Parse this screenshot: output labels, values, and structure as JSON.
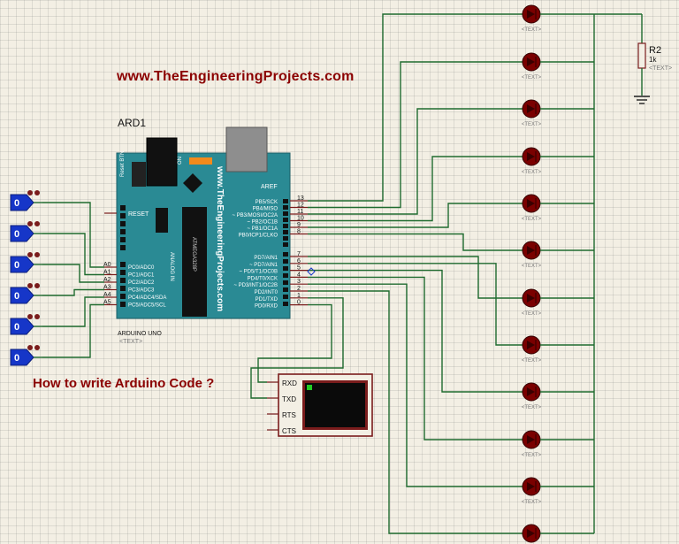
{
  "title_text": "www.TheEngineeringProjects.com",
  "question_text": "How to write Arduino Code ?",
  "arduino": {
    "ref": "ARD1",
    "name": "ARDUINO UNO",
    "text_placeholder": "<TEXT>",
    "board_url": "www.TheEngineeringProjects.com",
    "reset_btn": "Reset BTN",
    "on_label": "ON",
    "reset_label": "RESET",
    "aref_label": "AREF",
    "analog_in": "ANALOG IN",
    "chip_label": "ATMEGA328P",
    "analog_pins": [
      "A0",
      "A1",
      "A2",
      "A3",
      "A4",
      "A5"
    ],
    "analog_names": [
      "PC0/ADC0",
      "PC1/ADC1",
      "PC2/ADC2",
      "PC3/ADC3",
      "PC4/ADC4/SDA",
      "PC5/ADC5/SCL"
    ],
    "digital_high_nums": [
      "13",
      "12",
      "11",
      "10",
      "9",
      "8"
    ],
    "digital_high_names": [
      "PB5/SCK",
      "PB4/MISO",
      "~ PB3/MOSI/OC2A",
      "~ PB2/OC1B",
      "~ PB1/OC1A",
      "PB0/ICP1/CLKO"
    ],
    "digital_low_nums": [
      "7",
      "6",
      "5",
      "4",
      "3",
      "2",
      "1",
      "0"
    ],
    "digital_low_names": [
      "PD7/AIN1",
      "~ PD7/AIN1",
      "~ PD5/T1/OC0B",
      "PD4/T0/XCK",
      "~ PD3/INT1/OC2B",
      "PD2/INT0",
      "PD1/TXD",
      "PD0/RXD"
    ]
  },
  "logic_inputs": [
    "0",
    "0",
    "0",
    "0",
    "0",
    "0"
  ],
  "terminal": {
    "pins": [
      "RXD",
      "TXD",
      "RTS",
      "CTS"
    ]
  },
  "resistor": {
    "ref": "R2",
    "value": "1k",
    "text": "<TEXT>"
  },
  "leds": {
    "count": 12,
    "text": "<TEXT>"
  },
  "colors": {
    "board": "#2a8a94",
    "wire": "#1f6b2f",
    "logic_blue": "#1636c8",
    "led_fill": "#7a0000",
    "title_red": "#8b0000"
  }
}
